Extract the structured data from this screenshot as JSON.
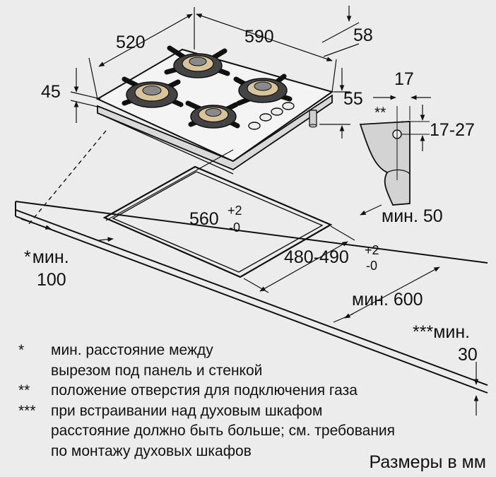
{
  "dimensions": {
    "hob_width": "520",
    "hob_depth_left": "590",
    "hob_back_offset": "58",
    "hob_height": "45",
    "hob_under_height": "55",
    "gas_offset_horizontal": "17",
    "gas_offset_vertical": "17-27",
    "gas_mark": "**",
    "min_back_prefix": "мин.",
    "min_back_value": "50",
    "cutout_width_value": "560",
    "cutout_width_tol_plus": "+2",
    "cutout_width_tol_minus": "-0",
    "cutout_depth_value": "480-490",
    "cutout_depth_tol_plus": "+2",
    "cutout_depth_tol_minus": "-0",
    "min_side_mark": "*",
    "min_side_prefix": "мин.",
    "min_side_value": "100",
    "min_depth_prefix": "мин.",
    "min_depth_value": "600",
    "min_oven_mark": "***",
    "min_oven_prefix": "мин.",
    "min_oven_value": "30"
  },
  "notes": [
    {
      "mark": "*",
      "lines": [
        "мин. расстояние между",
        "вырезом под панель и стенкой"
      ]
    },
    {
      "mark": "**",
      "lines": [
        "положение отверстия для подключения газа"
      ]
    },
    {
      "mark": "***",
      "lines": [
        "при встраивании над духовым шкафом",
        "расстояние должно быть больше; см. требования",
        "по монтажу духовых шкафов"
      ]
    }
  ],
  "caption": "Размеры в мм"
}
